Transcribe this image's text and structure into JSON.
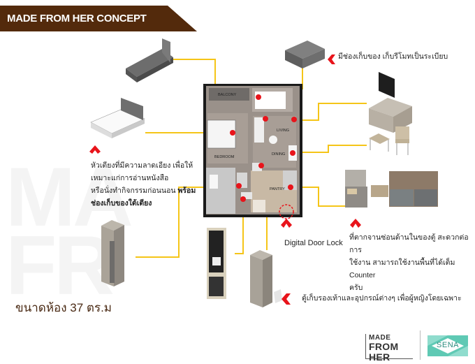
{
  "header": {
    "title": "MADE FROM HER CONCEPT"
  },
  "watermark": {
    "line1": "MA",
    "line2": "FR"
  },
  "floorplan": {
    "rooms": [
      "BALCONY",
      "LIVING",
      "DINING",
      "BEDROOM",
      "PANTRY"
    ]
  },
  "callouts": {
    "sofa": "มีช่องเก็บของ เก็บรีโมทเป็นระเบียบ",
    "bed_line1": "หัวเตียงที่มีความลาดเอียง เพื่อให้",
    "bed_line2": "เหมาะแก่การอ่านหนังสือ",
    "bed_line3_prefix": "หรือนั่งทำกิจกรรมก่อนนอน ",
    "bed_line3_bold": "พร้อม",
    "bed_line4_bold": "ช่องเก็บของใต้เตียง",
    "door_lock": "Digital Door Lock",
    "pantry_line1": "ที่ตากจานซ่อนด้านในของตู้ สะดวกต่อการ",
    "pantry_line2": "ใช้งาน สามารถใช้งานพื้นที่ได้เต็ม Counter",
    "pantry_line3": "ครับ",
    "shoe_cabinet": "ตู้เก็บรองเท้าและอุปกรณ์ต่างๆ เพื่อผู้หญิงโดยเฉพาะ"
  },
  "room_size": "ขนาดห้อง 37 ตร.ม",
  "logos": {
    "brand_line1": "MADE",
    "brand_line2": "FROM HER",
    "developer": "SENA"
  },
  "colors": {
    "banner": "#532a0c",
    "connector": "#f5c518",
    "marker": "#e8141b",
    "room_size_text": "#4a2a14",
    "sena": "#5fc9b4"
  }
}
